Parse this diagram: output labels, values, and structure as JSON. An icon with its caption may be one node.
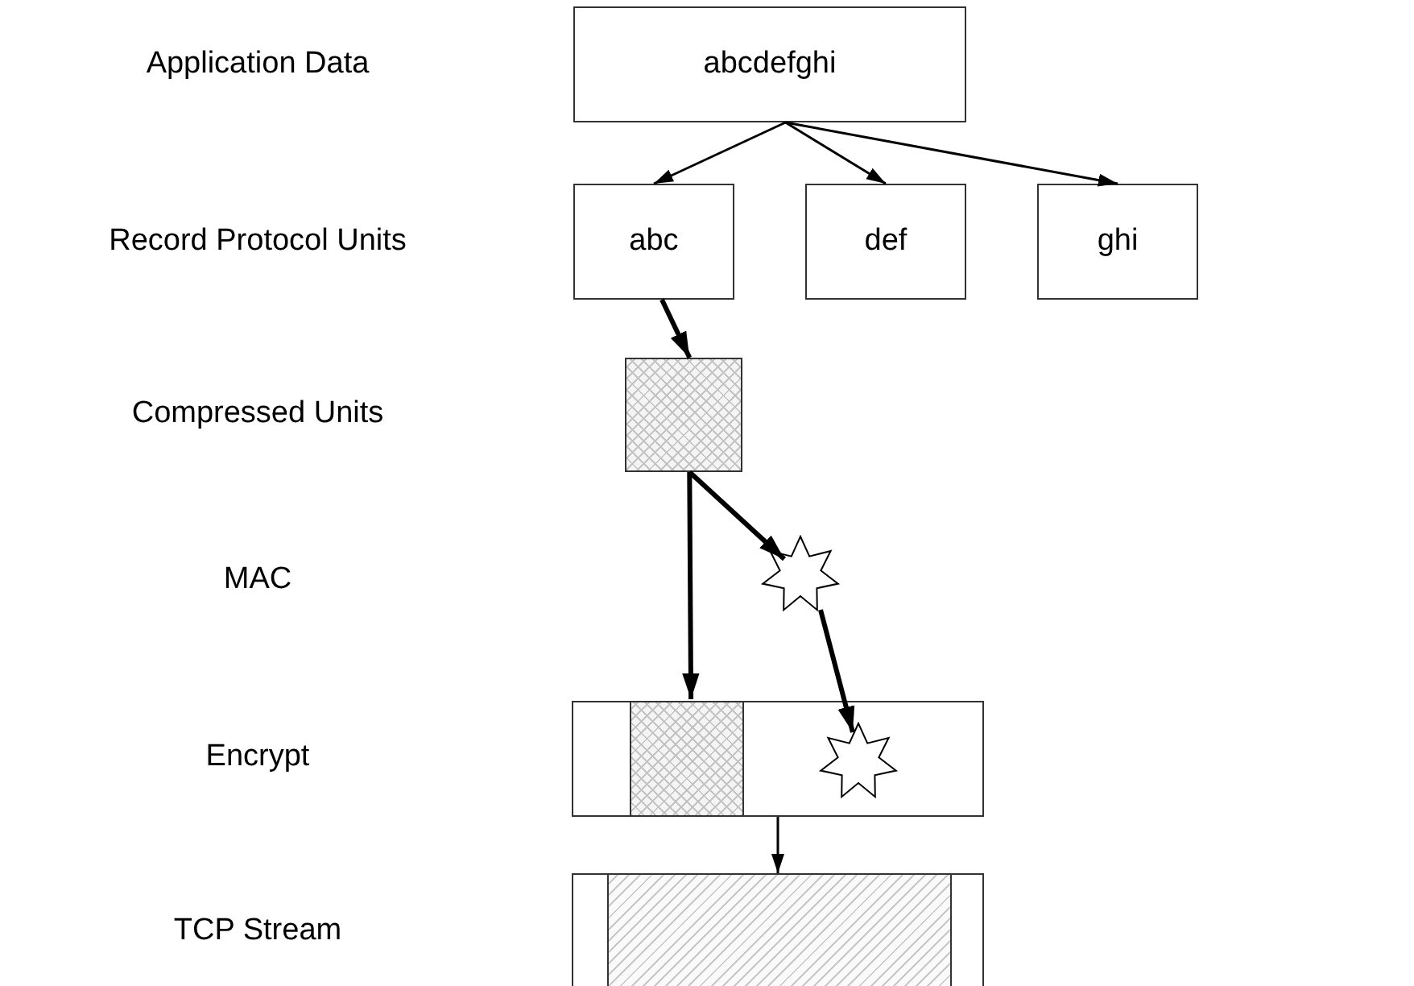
{
  "diagram": {
    "nodes": [
      {
        "text": [
          "abcdefghi"
        ]
      },
      {
        "text": [
          "abc"
        ]
      },
      {
        "text": [
          "def"
        ]
      },
      {
        "text": [
          "ghi"
        ]
      },
      {
        "text": [],
        "shape": "box"
      },
      {
        "text": [],
        "shape": "star"
      },
      {
        "text": [],
        "shape": "bar"
      },
      {
        "text": [],
        "shape": "box",
        "in": 6
      },
      {
        "text": [],
        "shape": "star",
        "in": 6
      },
      {
        "text": [],
        "shape": "bar"
      },
      {
        "text": [],
        "shape": "box",
        "in": 9
      }
    ],
    "edges": [
      {
        "from": 0,
        "to": 1,
        "arrow": "to"
      },
      {
        "from": 0,
        "to": 2,
        "arrow": "to"
      },
      {
        "from": 0,
        "to": 3,
        "arrow": "to"
      },
      {
        "from": 1,
        "to": 4,
        "arrow": "to",
        "style": "thick"
      },
      {
        "from": 4,
        "to": 7,
        "arrow": "to",
        "style": "thick"
      },
      {
        "from": 4,
        "to": 5,
        "arrow": "to",
        "style": "thick"
      },
      {
        "from": 5,
        "to": 8,
        "arrow": "to",
        "style": "thick"
      },
      {
        "from": 6,
        "to": 9,
        "arrow": "to"
      }
    ],
    "labels": [
      "Application Data",
      "Record Protocol Units",
      "Compressed Units",
      "MAC",
      "Encrypt",
      "TCP Stream"
    ]
  }
}
